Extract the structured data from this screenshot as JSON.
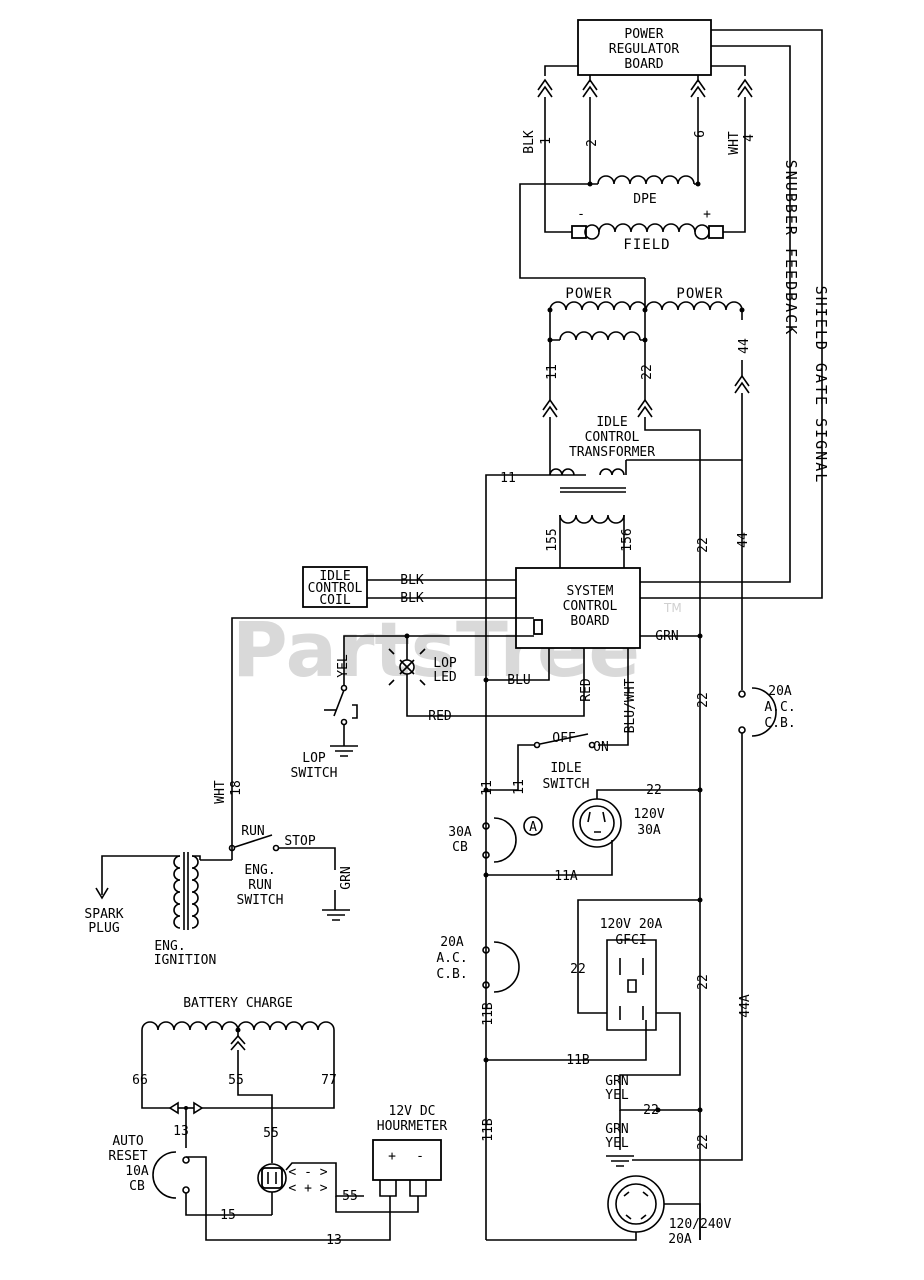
{
  "watermark": {
    "text": "PartsTree",
    "trademark": "TM"
  },
  "components": {
    "power_regulator": [
      "POWER",
      "REGULATOR",
      "BOARD"
    ],
    "dpe": "DPE",
    "field": "FIELD",
    "field_minus": "-",
    "field_plus": "+",
    "power_left": "POWER",
    "power_right": "POWER",
    "idle_transformer": [
      "IDLE",
      "CONTROL",
      "TRANSFORMER"
    ],
    "system_board": [
      "SYSTEM",
      "CONTROL",
      "BOARD"
    ],
    "idle_coil": [
      "IDLE",
      "CONTROL",
      "COIL"
    ],
    "lop_led": [
      "LOP",
      "LED"
    ],
    "lop_switch": [
      "LOP",
      "SWITCH"
    ],
    "idle_switch": [
      "IDLE",
      "SWITCH"
    ],
    "idle_off": "OFF",
    "idle_on": "ON",
    "cb_30a": [
      "30A",
      "CB"
    ],
    "cb_20a_left": [
      "20A",
      "A.C.",
      "C.B."
    ],
    "cb_20a_right": [
      "20A",
      "A.C.",
      "C.B."
    ],
    "outlet_30a": [
      "120V",
      "30A"
    ],
    "gfci": [
      "120V  20A",
      "GFCI"
    ],
    "outlet_240": [
      "120/240V",
      "20A"
    ],
    "run": "RUN",
    "stop": "STOP",
    "eng_run_switch": [
      "ENG.",
      "RUN",
      "SWITCH"
    ],
    "spark_plug": [
      "SPARK",
      "PLUG"
    ],
    "eng_ignition": [
      "ENG.",
      "IGNITION"
    ],
    "battery_charge": "BATTERY CHARGE",
    "auto_reset": [
      "AUTO",
      "RESET",
      "10A",
      "CB"
    ],
    "hourmeter": [
      "12V  DC",
      "HOURMETER"
    ],
    "hm_plus": "+",
    "hm_minus": "-",
    "rect_neg": "< - >",
    "rect_pos": "< + >",
    "callout_a": "A",
    "snubber_feedback": "SNUBBER FEEDBACK",
    "shield_gate": "SHIELD GATE SIGNAL"
  },
  "wires": {
    "blk1": [
      "BLK",
      "1"
    ],
    "w2": "2",
    "w6": "6",
    "wht4": [
      "WHT",
      "4"
    ],
    "w11": "11",
    "w22": "22",
    "w44": "44",
    "w11_top": "11",
    "w155": "155",
    "w156": "156",
    "w22_v1": "22",
    "w44_v1": "44",
    "blk_a": "BLK",
    "blk_b": "BLK",
    "grn": "GRN",
    "yel": "YEL",
    "blu": "BLU",
    "red_h": "RED",
    "red_v": "RED",
    "blu_wht": "BLU/WHT",
    "w22_v2": "22",
    "w11_a": "11",
    "w11_b": "11",
    "w22_out": "22",
    "w11a": "11A",
    "wht18": [
      "WHT",
      "18"
    ],
    "grn_stop": "GRN",
    "w11b_v": "11B",
    "w11b_h": "11B",
    "w11b_v2": "11B",
    "w22_gfci": "22",
    "w22_v3": "22",
    "w44a": "44A",
    "grn_yel_1": [
      "GRN",
      "YEL"
    ],
    "w22_h2": "22",
    "grn_yel_2": [
      "GRN",
      "YEL"
    ],
    "w22_v4": "22",
    "w66": "66",
    "w55_top": "55",
    "w77": "77",
    "w13": "13",
    "w55": "55",
    "w15": "15",
    "w55_h": "55",
    "w13_h": "13"
  }
}
